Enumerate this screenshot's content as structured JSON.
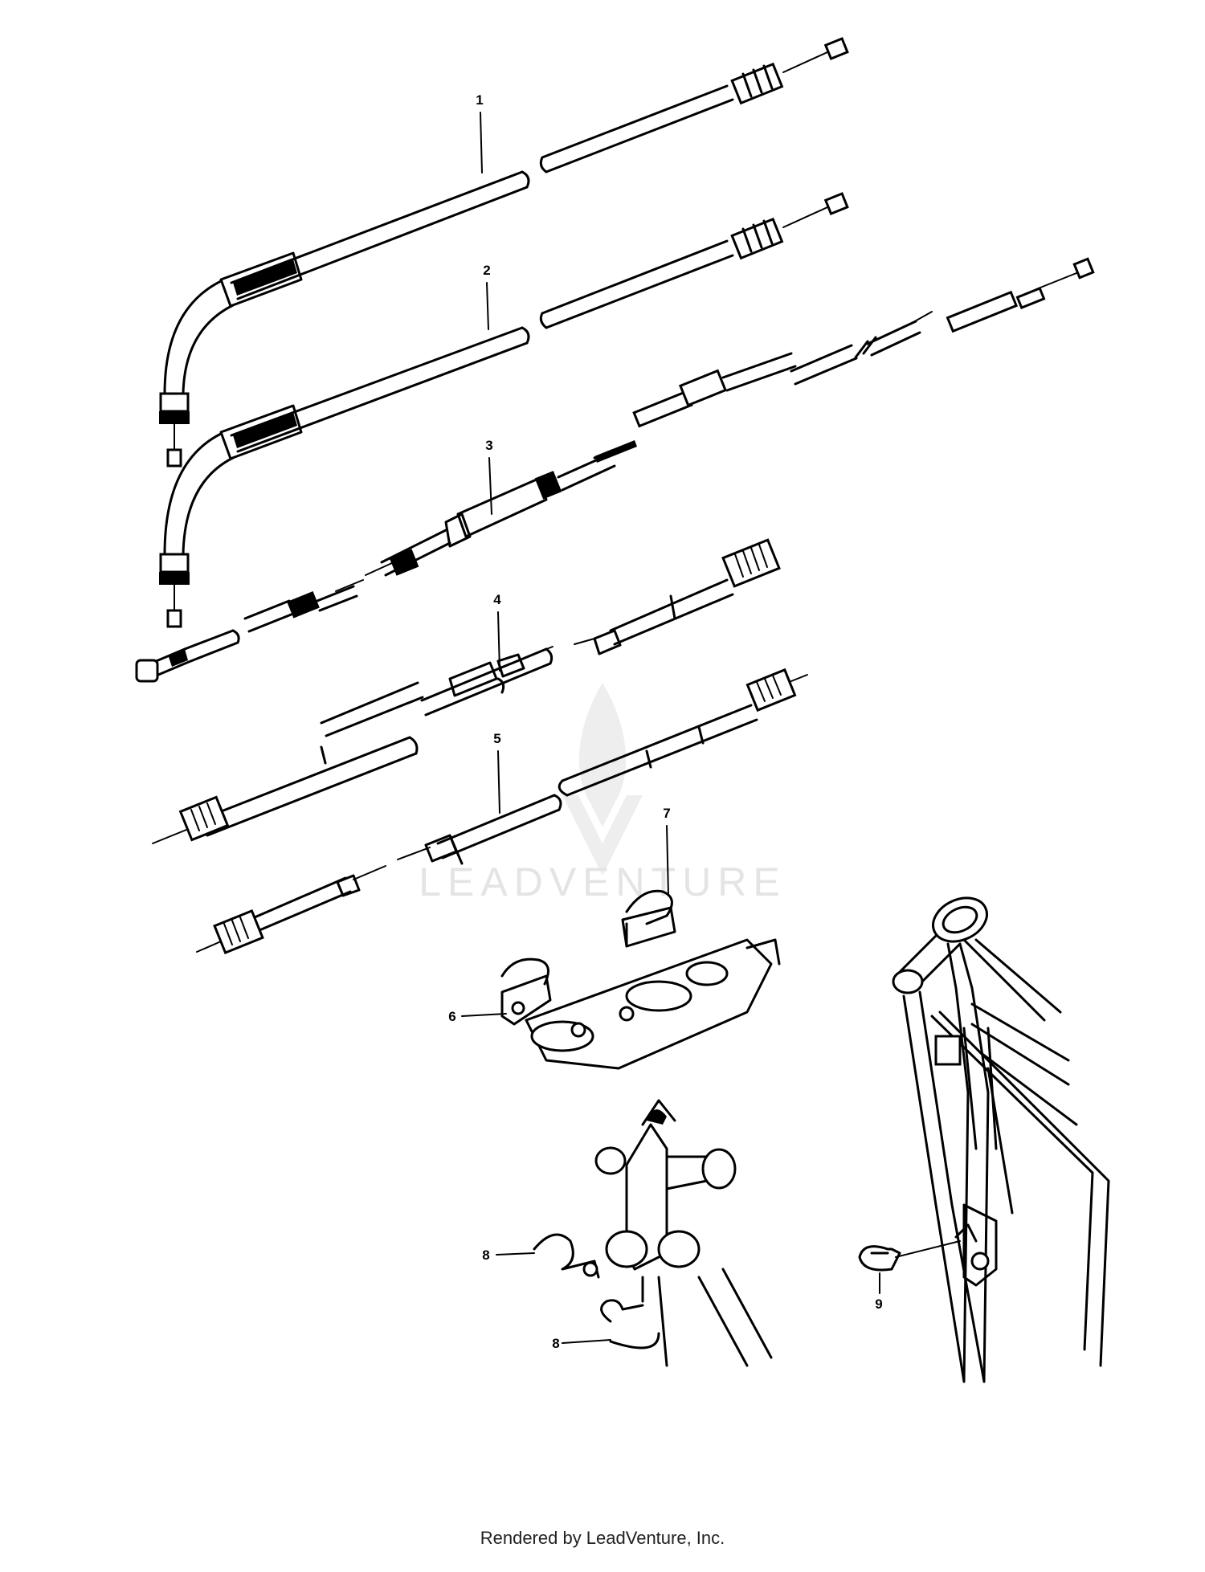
{
  "labels": [
    "1",
    "2",
    "3",
    "4",
    "5",
    "6",
    "7",
    "8",
    "8",
    "9"
  ],
  "watermark": "LEADVENTURE",
  "footer": "Rendered by LeadVenture, Inc."
}
